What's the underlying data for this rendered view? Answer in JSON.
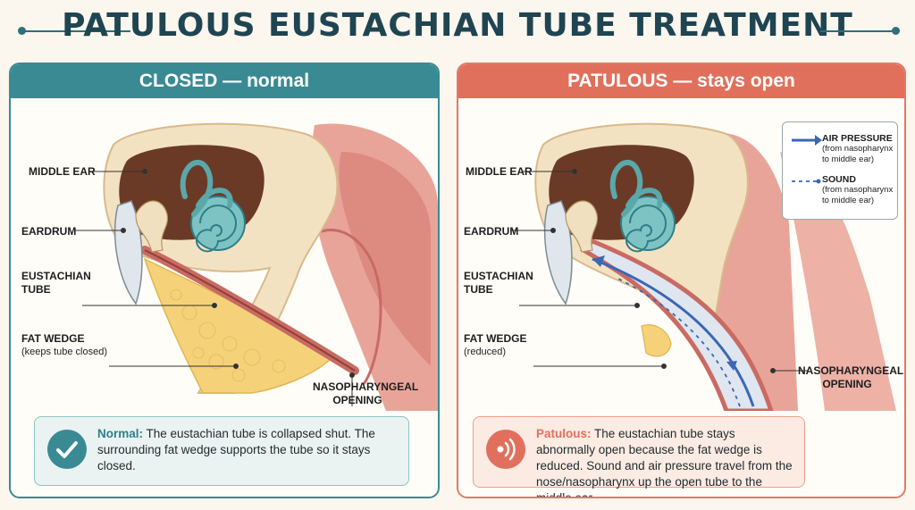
{
  "title": "PATULOUS EUSTACHIAN TUBE TREATMENT",
  "colors": {
    "teal": "#3a8a94",
    "coral": "#e0705c",
    "navy": "#1f4452"
  },
  "closed": {
    "heading": "CLOSED — normal",
    "labels": {
      "middle_ear": "MIDDLE EAR",
      "eardrum": "EARDRUM",
      "eustachian_1": "EUSTACHIAN",
      "eustachian_2": "TUBE",
      "fat_wedge": "FAT WEDGE",
      "fat_wedge_sub": "(keeps tube closed)",
      "naso_1": "NASOPHARYNGEAL",
      "naso_2": "OPENING"
    },
    "note": {
      "icon": "checkmark-icon",
      "lead": "Normal:",
      "body": " The eustachian tube is collapsed shut. The surrounding fat wedge supports the tube so it stays closed."
    }
  },
  "patulous": {
    "heading": "PATULOUS — stays open",
    "labels": {
      "middle_ear": "MIDDLE EAR",
      "eardrum": "EARDRUM",
      "eustachian_1": "EUSTACHIAN",
      "eustachian_2": "TUBE",
      "fat_wedge": "FAT WEDGE",
      "fat_wedge_sub": "(reduced)",
      "naso_1": "NASOPHARYNGEAL",
      "naso_2": "OPENING"
    },
    "legend": {
      "air_label": "AIR PRESSURE",
      "air_sub_1": "(from nasopharynx",
      "air_sub_2": "to middle ear)",
      "sound_label": "SOUND",
      "sound_sub_1": "(from nasopharynx",
      "sound_sub_2": "to middle ear)"
    },
    "note": {
      "icon": "sound-waves-icon",
      "lead": "Patulous:",
      "body": " The eustachian tube stays abnormally open because the fat wedge is reduced. Sound and air pressure travel from the nose/nasopharynx up the open tube to the middle ear."
    }
  }
}
